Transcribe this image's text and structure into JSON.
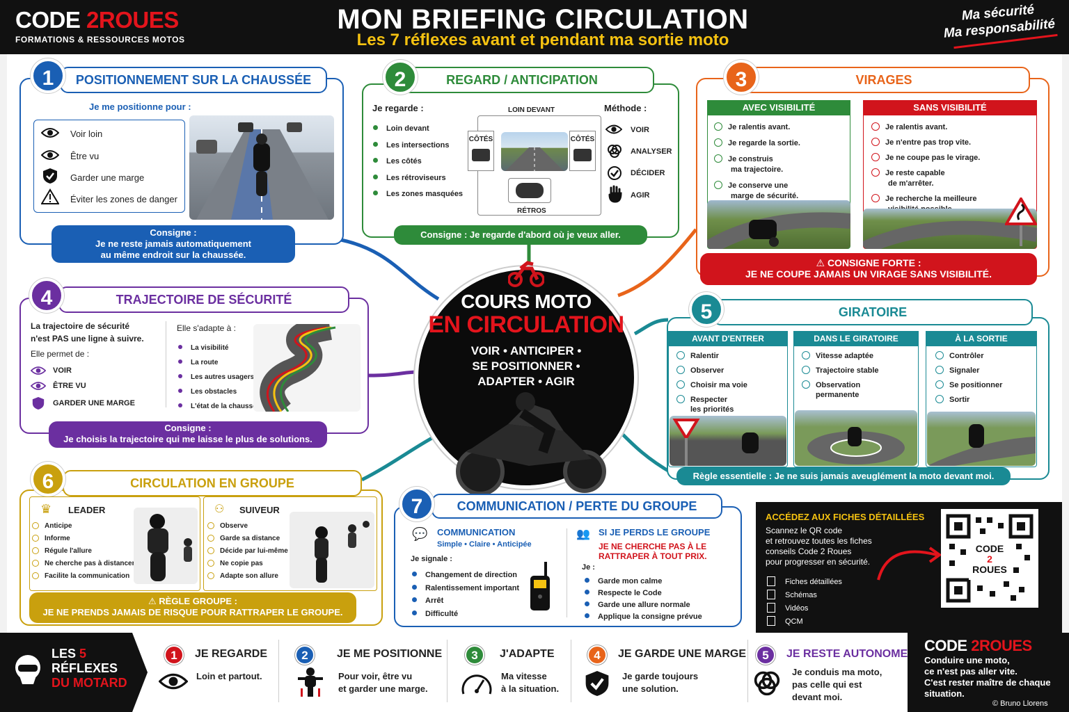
{
  "header": {
    "logo_prefix": "CODE ",
    "logo_num": "2",
    "logo_suffix": "ROUES",
    "logo_sub": "FORMATIONS & RESSOURCES MOTOS",
    "title": "MON BRIEFING CIRCULATION",
    "subtitle": "Les 7 réflexes avant et pendant ma sortie moto",
    "slogan1": "Ma sécurité",
    "slogan2": "Ma responsabilité"
  },
  "colors": {
    "blue": "#1a5fb4",
    "green": "#2e8b3a",
    "orange": "#e8641a",
    "purple": "#6b2fa0",
    "teal": "#1a8a94",
    "gold": "#c9a00e",
    "navy": "#1a5fb4",
    "red": "#d1141c"
  },
  "center": {
    "line1": "COURS MOTO",
    "line2": "EN CIRCULATION",
    "line3": "VOIR • ANTICIPER •",
    "line4": "SE POSITIONNER •",
    "line5": "ADAPTER • AGIR"
  },
  "s1": {
    "num": "1",
    "title": "POSITIONNEMENT SUR LA CHAUSSÉE",
    "intro": "Je me positionne pour :",
    "items": [
      {
        "icon": "eye-icon",
        "label": "Voir loin"
      },
      {
        "icon": "eye-icon",
        "label": "Être vu"
      },
      {
        "icon": "shield-icon",
        "label": "Garder une marge"
      },
      {
        "icon": "warning-icon",
        "label": "Éviter les zones de danger"
      }
    ],
    "consigne_label": "Consigne :",
    "consigne": "Je ne reste jamais automatiquement\nau même endroit sur la chaussée."
  },
  "s2": {
    "num": "2",
    "title": "REGARD / ANTICIPATION",
    "intro": "Je regarde :",
    "items": [
      "Loin devant",
      "Les intersections",
      "Les côtés",
      "Les rétroviseurs",
      "Les zones masquées"
    ],
    "diag_top": "LOIN DEVANT",
    "diag_left": "CÔTÉS",
    "diag_right": "CÔTÉS",
    "diag_bottom": "RÉTROS",
    "method_label": "Méthode :",
    "method": [
      {
        "icon": "eye-icon",
        "label": "VOIR"
      },
      {
        "icon": "brain-icon",
        "label": "ANALYSER"
      },
      {
        "icon": "check-circle-icon",
        "label": "DÉCIDER"
      },
      {
        "icon": "hand-icon",
        "label": "AGIR"
      }
    ],
    "consigne": "Consigne :  Je regarde d'abord où je veux aller."
  },
  "s3": {
    "num": "3",
    "title": "VIRAGES",
    "left_title": "AVEC VISIBILITÉ",
    "left_items": [
      "Je ralentis avant.",
      "Je regarde la sortie.",
      "Je construis\nma trajectoire.",
      "Je conserve une\nmarge de sécurité."
    ],
    "right_title": "SANS VISIBILITÉ",
    "right_items": [
      "Je ralentis avant.",
      "Je n'entre pas trop vite.",
      "Je ne coupe pas le virage.",
      "Je reste capable\nde m'arrêter.",
      "Je recherche la meilleure\nvisibilité possible."
    ],
    "consigne_label": "CONSIGNE FORTE :",
    "consigne": "JE NE COUPE JAMAIS UN VIRAGE SANS VISIBILITÉ."
  },
  "s4": {
    "num": "4",
    "title": "TRAJECTOIRE DE SÉCURITÉ",
    "intro1": "La trajectoire de sécurité",
    "intro2": "n'est PAS une ligne à suivre.",
    "permet": "Elle permet de :",
    "items": [
      {
        "icon": "eye-icon",
        "label": "VOIR"
      },
      {
        "icon": "eye-icon",
        "label": "ÊTRE VU"
      },
      {
        "icon": "shield-icon",
        "label": "GARDER UNE MARGE"
      }
    ],
    "adapte": "Elle s'adapte à :",
    "adapte_items": [
      "La visibilité",
      "La route",
      "Les autres usagers",
      "Les obstacles",
      "L'état de la chaussée"
    ],
    "consigne_label": "Consigne :",
    "consigne": "Je choisis la trajectoire qui me laisse le plus de solutions."
  },
  "s5": {
    "num": "5",
    "title": "GIRATOIRE",
    "cols": [
      {
        "title": "AVANT D'ENTRER",
        "items": [
          "Ralentir",
          "Observer",
          "Choisir ma voie",
          "Respecter\nles priorités"
        ]
      },
      {
        "title": "DANS LE GIRATOIRE",
        "items": [
          "Vitesse adaptée",
          "Trajectoire stable",
          "Observation\npermanente"
        ]
      },
      {
        "title": "À LA SORTIE",
        "items": [
          "Contrôler",
          "Signaler",
          "Se positionner",
          "Sortir"
        ]
      }
    ],
    "rule": "Règle essentielle :  Je ne suis jamais aveuglément la moto devant moi."
  },
  "s6": {
    "num": "6",
    "title": "CIRCULATION EN GROUPE",
    "leader_title": "LEADER",
    "leader_items": [
      "Anticipe",
      "Informe",
      "Régule l'allure",
      "Ne cherche pas à distancer",
      "Facilite la communication"
    ],
    "suiveur_title": "SUIVEUR",
    "suiveur_items": [
      "Observe",
      "Garde sa distance",
      "Décide par lui-même",
      "Ne copie pas",
      "Adapte son allure"
    ],
    "rule_label": "RÈGLE GROUPE :",
    "rule": "JE NE PRENDS JAMAIS DE RISQUE POUR RATTRAPER LE GROUPE."
  },
  "s7": {
    "num": "7",
    "title": "COMMUNICATION / PERTE DU GROUPE",
    "comm_title": "COMMUNICATION",
    "comm_sub": "Simple • Claire • Anticipée",
    "signale": "Je signale :",
    "comm_items": [
      "Changement de direction",
      "Ralentissement important",
      "Arrêt",
      "Difficulté"
    ],
    "lost_title": "SI JE PERDS LE GROUPE",
    "lost_warn": "JE NE CHERCHE PAS À LE\nRATTRAPER À TOUT PRIX.",
    "je": "Je :",
    "lost_items": [
      "Garde mon calme",
      "Respecte le Code",
      "Garde une allure normale",
      "Applique la consigne prévue"
    ]
  },
  "qr": {
    "title": "ACCÉDEZ AUX FICHES DÉTAILLÉES",
    "text": "Scannez le QR code\net retrouvez toutes les fiches\nconseils Code 2 Roues\npour progresser en sécurité.",
    "items": [
      "Fiches détaillées",
      "Schémas",
      "Vidéos",
      "QCM"
    ],
    "code_line1": "CODE",
    "code_line2": "2",
    "code_line3": "ROUES"
  },
  "footer": {
    "les": "LES",
    "five": "5",
    "reflexes": "RÉFLEXES",
    "du_motard": "DU MOTARD",
    "items": [
      {
        "num": "1",
        "title": "JE REGARDE",
        "text": "Loin et partout.",
        "icon": "eye-icon"
      },
      {
        "num": "2",
        "title": "JE ME POSITIONNE",
        "text": "Pour voir, être vu\net garder une marge.",
        "icon": "rider-icon"
      },
      {
        "num": "3",
        "title": "J'ADAPTE",
        "text": "Ma vitesse\nà la situation.",
        "icon": "gauge-icon"
      },
      {
        "num": "4",
        "title": "JE GARDE UNE MARGE",
        "text": "Je garde toujours\nune solution.",
        "icon": "shield-icon"
      },
      {
        "num": "5",
        "title": "JE RESTE AUTONOME",
        "text": "Je conduis ma moto,\npas celle qui est\ndevant moi.",
        "icon": "brain-icon"
      }
    ],
    "brand_prefix": "CODE ",
    "brand_num": "2",
    "brand_suffix": "ROUES",
    "brand_text": "Conduire une moto,\nce n'est pas aller vite.\nC'est rester maître de chaque\nsituation.",
    "copyright": "© Bruno Llorens"
  }
}
